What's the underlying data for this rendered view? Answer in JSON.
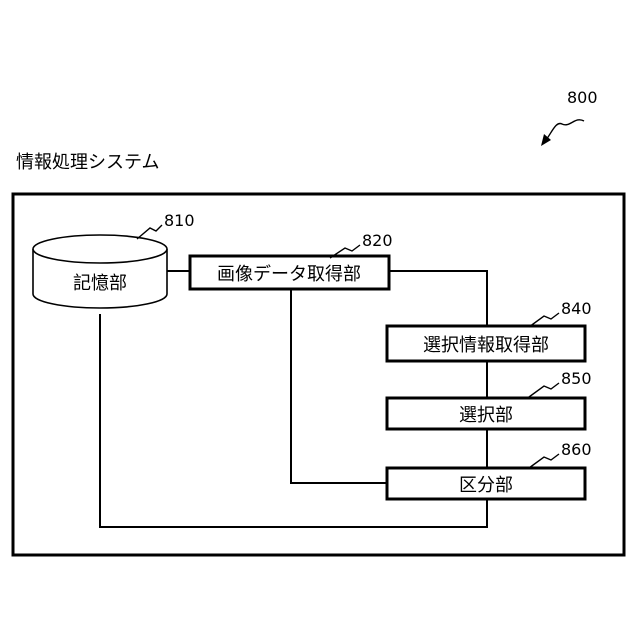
{
  "figure": {
    "system_ref": "800",
    "system_label": "情報処理システム"
  },
  "nodes": {
    "storage": {
      "ref": "810",
      "label": "記憶部"
    },
    "image_data_acquisition": {
      "ref": "820",
      "label": "画像データ取得部"
    },
    "selection_info_acquisition": {
      "ref": "840",
      "label": "選択情報取得部"
    },
    "selection": {
      "ref": "850",
      "label": "選択部"
    },
    "classification": {
      "ref": "860",
      "label": "区分部"
    }
  }
}
